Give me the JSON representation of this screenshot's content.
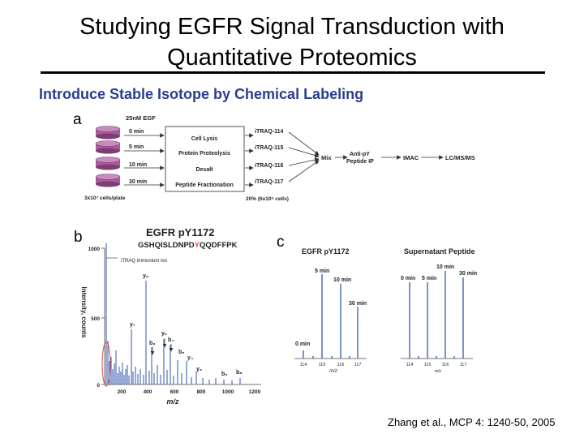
{
  "slide": {
    "title_line1": "Studying EGFR Signal Transduction with",
    "title_line2": "Quantitative Proteomics",
    "subtitle": "Introduce Stable Isotope by Chemical Labeling",
    "citation": "Zhang et al., MCP 4: 1240-50, 2005"
  },
  "panel_a": {
    "label": "a",
    "header": "25nM EGF",
    "times": [
      "0 min",
      "5 min",
      "10 min",
      "30 min"
    ],
    "cells_note": "3x10⁷ cells/plate",
    "steps": [
      "Cell Lysis",
      "Protein Proteolysis",
      "Desalt",
      "Peptide Fractionation"
    ],
    "itraq": [
      "iTRAQ-114",
      "iTRAQ-115",
      "iTRAQ-116",
      "iTRAQ-117"
    ],
    "fraction_note": "20% (6x10⁶ cells)",
    "mix": "Mix",
    "anti_py": "Anti-pY",
    "peptide_ip": "Peptide IP",
    "imac": "IMAC",
    "lcms": "LC/MS/MS",
    "purple": "#a85c9a"
  },
  "panel_b": {
    "label": "b",
    "peptide_title": "EGFR pY1172",
    "sequence_pre": "GSHQISLDNPD",
    "sequence_y": "Y",
    "sequence_post": "QQDFFPK",
    "ylabel": "Intensity, counts",
    "xlabel": "m/z",
    "ion_note": "iTRAQ immonium ion",
    "yticks": [
      "1000",
      "500",
      "0"
    ],
    "xticks": [
      "200",
      "400",
      "600",
      "800",
      "1000",
      "1200"
    ],
    "ion_labels": [
      "y₈",
      "y₇",
      "y₆",
      "b₃",
      "b₄",
      "b₅",
      "y₄",
      "y₃",
      "b₉",
      "b₈"
    ],
    "spectrum_color": "#3f63b5",
    "highlight_color": "#e0554a"
  },
  "panel_c": {
    "label": "c",
    "left_title": "EGFR pY1172",
    "right_title": "Supernatant Peptide",
    "left_peaks": [
      "0 min",
      "5 min",
      "10 min",
      "30 min"
    ],
    "right_peaks": [
      "0 min",
      "5 min",
      "10 min",
      "30 min"
    ],
    "xticks": [
      "114",
      "115",
      "116",
      "117"
    ],
    "xlabel": "m/z"
  }
}
